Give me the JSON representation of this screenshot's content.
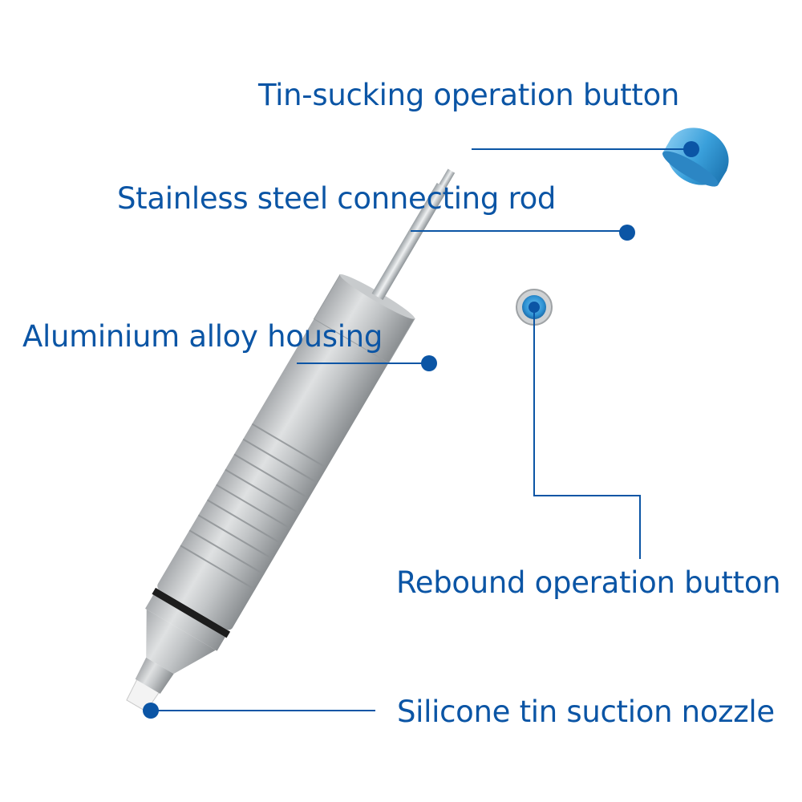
{
  "labels": {
    "tin_button": "Tin-sucking operation button",
    "rod": "Stainless steel connecting rod",
    "housing": "Aluminium alloy housing",
    "rebound_button": "Rebound operation button",
    "nozzle": "Silicone tin suction nozzle"
  },
  "colors": {
    "label_text": "#0b55a5",
    "leader_line": "#0b55a5",
    "housing": "#b9bcbf",
    "button_accent": "#3fa2dc"
  }
}
